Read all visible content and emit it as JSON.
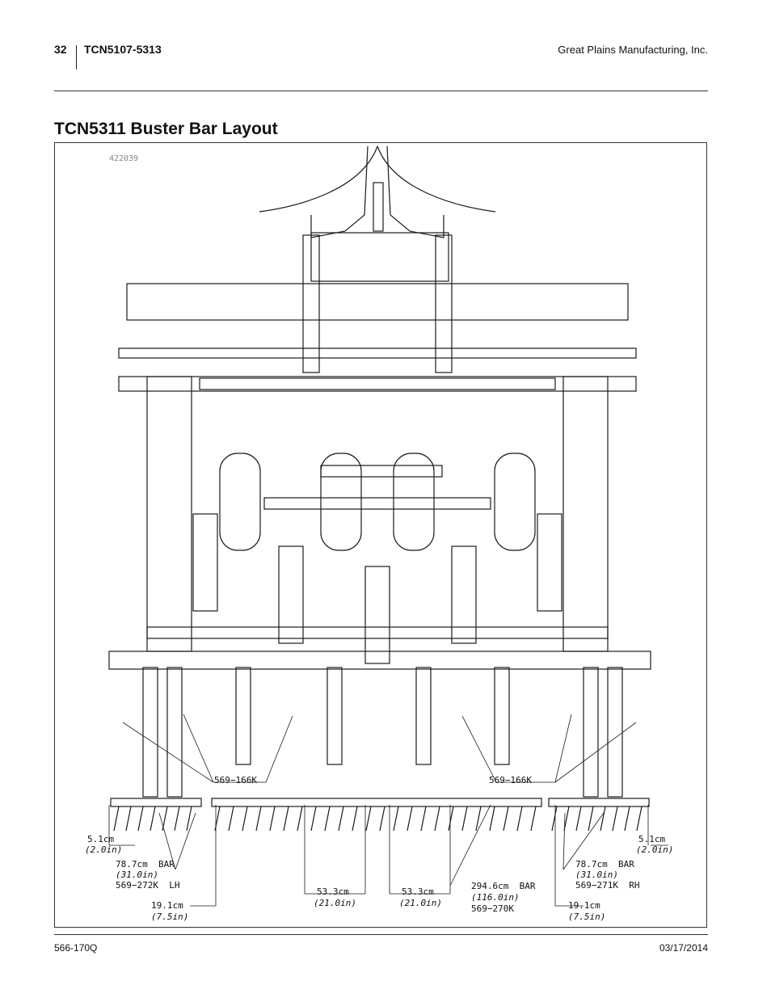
{
  "header": {
    "page_number": "32",
    "model": "TCN5107-5313",
    "company": "Great Plains Manufacturing, Inc."
  },
  "section_title": "TCN5311 Buster Bar Layout",
  "figure": {
    "id": "422039",
    "callouts": {
      "part_left": "569−166K",
      "part_right": "569−166K",
      "dim_left_edge_cm": "5.1cm",
      "dim_left_edge_in": "(2.0in)",
      "dim_right_edge_cm": "5.1cm",
      "dim_right_edge_in": "(2.0in)",
      "bar_lh_cm": "78.7cm  BAR",
      "bar_lh_in": "(31.0in)",
      "bar_lh_part": "569−272K  LH",
      "bar_rh_cm": "78.7cm  BAR",
      "bar_rh_in": "(31.0in)",
      "bar_rh_part": "569−271K  RH",
      "bar_center_cm": "294.6cm  BAR",
      "bar_center_in": "(116.0in)",
      "bar_center_part": "569−270K",
      "gap_left_cm": "53.3cm",
      "gap_left_in": "(21.0in)",
      "gap_right_cm": "53.3cm",
      "gap_right_in": "(21.0in)",
      "offset_left_cm": "19.1cm",
      "offset_left_in": "(7.5in)",
      "offset_right_cm": "19.1cm",
      "offset_right_in": "(7.5in)"
    }
  },
  "footer": {
    "doc_number": "566-170Q",
    "date": "03/17/2014"
  }
}
